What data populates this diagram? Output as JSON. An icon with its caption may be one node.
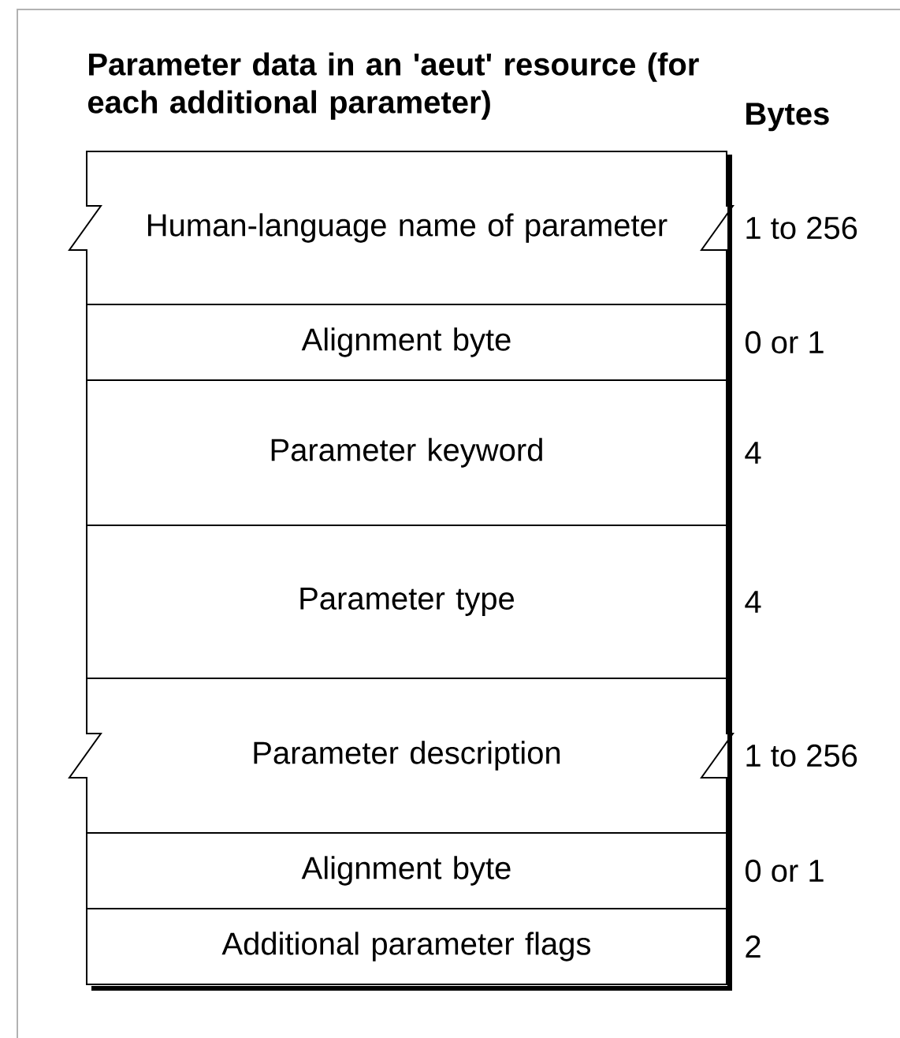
{
  "diagram": {
    "title": "Parameter data in an 'aeut' resource (for each additional parameter)",
    "nodes": [
      {
        "text": [
          "Human-language name of parameter"
        ],
        "beside": [
          "1 to 256"
        ]
      },
      {
        "text": [
          "Alignment byte"
        ],
        "beside": [
          "0 or 1"
        ]
      },
      {
        "text": [
          "Parameter keyword"
        ],
        "beside": [
          "4"
        ]
      },
      {
        "text": [
          "Parameter type"
        ],
        "beside": [
          "4"
        ]
      },
      {
        "text": [
          "Parameter description"
        ],
        "beside": [
          "1 to 256"
        ]
      },
      {
        "text": [
          "Alignment byte"
        ],
        "beside": [
          "0 or 1"
        ]
      },
      {
        "text": [
          "Additional parameter flags"
        ],
        "beside": [
          "2"
        ]
      }
    ],
    "labels": [
      "Bytes"
    ]
  }
}
